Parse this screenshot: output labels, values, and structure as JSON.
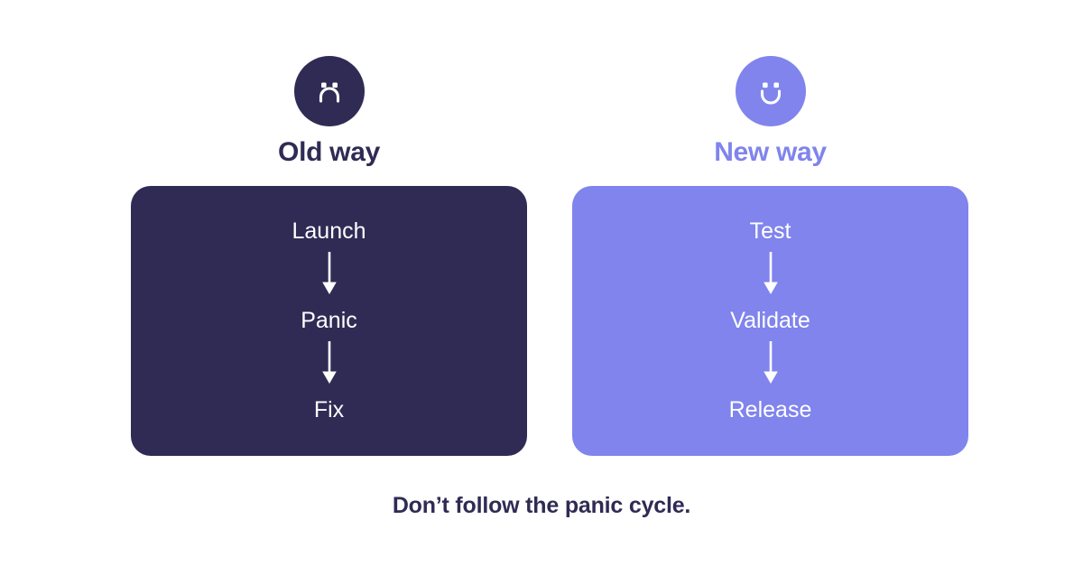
{
  "page": {
    "background_color": "#ffffff",
    "caption": "Don’t follow the panic cycle."
  },
  "colors": {
    "dark": "#302B54",
    "purple": "#8084EC",
    "white": "#ffffff"
  },
  "columns": [
    {
      "id": "old",
      "icon": "sad-face-icon",
      "icon_background": "#302B54",
      "title": "Old way",
      "title_color": "#302B54",
      "card_background": "#302B54",
      "steps": [
        "Launch",
        "Panic",
        "Fix"
      ],
      "arrows": [
        "down-arrow-icon",
        "down-arrow-icon"
      ]
    },
    {
      "id": "new",
      "icon": "smiley-face-icon",
      "icon_background": "#8084EC",
      "title": "New way",
      "title_color": "#8084EC",
      "card_background": "#8084EC",
      "steps": [
        "Test",
        "Validate",
        "Release"
      ],
      "arrows": [
        "down-arrow-icon",
        "down-arrow-icon"
      ]
    }
  ]
}
